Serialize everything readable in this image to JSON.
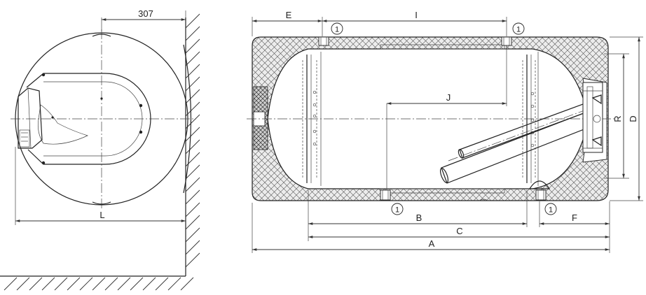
{
  "labels": {
    "side_width": "307",
    "side_length": "L",
    "dim_E": "E",
    "dim_I": "I",
    "dim_J": "J",
    "dim_B": "B",
    "dim_C": "C",
    "dim_A": "A",
    "dim_F": "F",
    "dim_R": "R",
    "dim_D": "D",
    "callout": "1"
  },
  "colors": {
    "line": "#222222",
    "insulation_fill": "#e9e9e9"
  }
}
